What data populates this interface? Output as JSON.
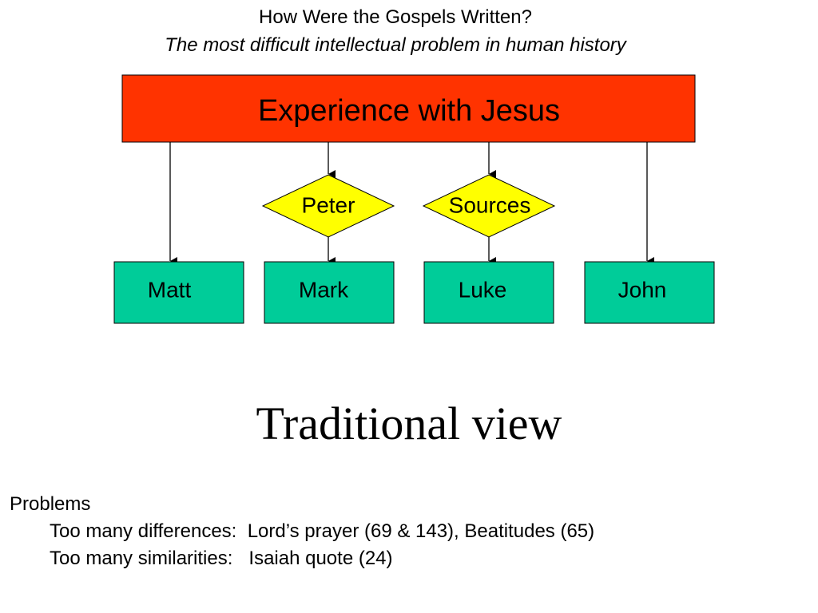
{
  "header": {
    "title": "How  Were the Gospels Written?",
    "subtitle": "The most difficult intellectual problem in human history"
  },
  "diagram": {
    "top_box": {
      "label": "Experience with Jesus"
    },
    "sources": [
      {
        "label": "Peter"
      },
      {
        "label": "Sources"
      }
    ],
    "gospels": [
      {
        "label": "Matt"
      },
      {
        "label": "Mark"
      },
      {
        "label": "Luke"
      },
      {
        "label": "John"
      }
    ]
  },
  "view_title": "Traditional view",
  "problems": {
    "heading": "Problems",
    "items": [
      "Too many differences:  Lord’s prayer (69 & 143), Beatitudes (65)",
      "Too many similarities:   Isaiah quote (24)"
    ]
  },
  "colors": {
    "top_box_fill": "#ff3300",
    "source_fill": "#ffff00",
    "gospel_fill": "#00cc99",
    "line": "#000000"
  }
}
